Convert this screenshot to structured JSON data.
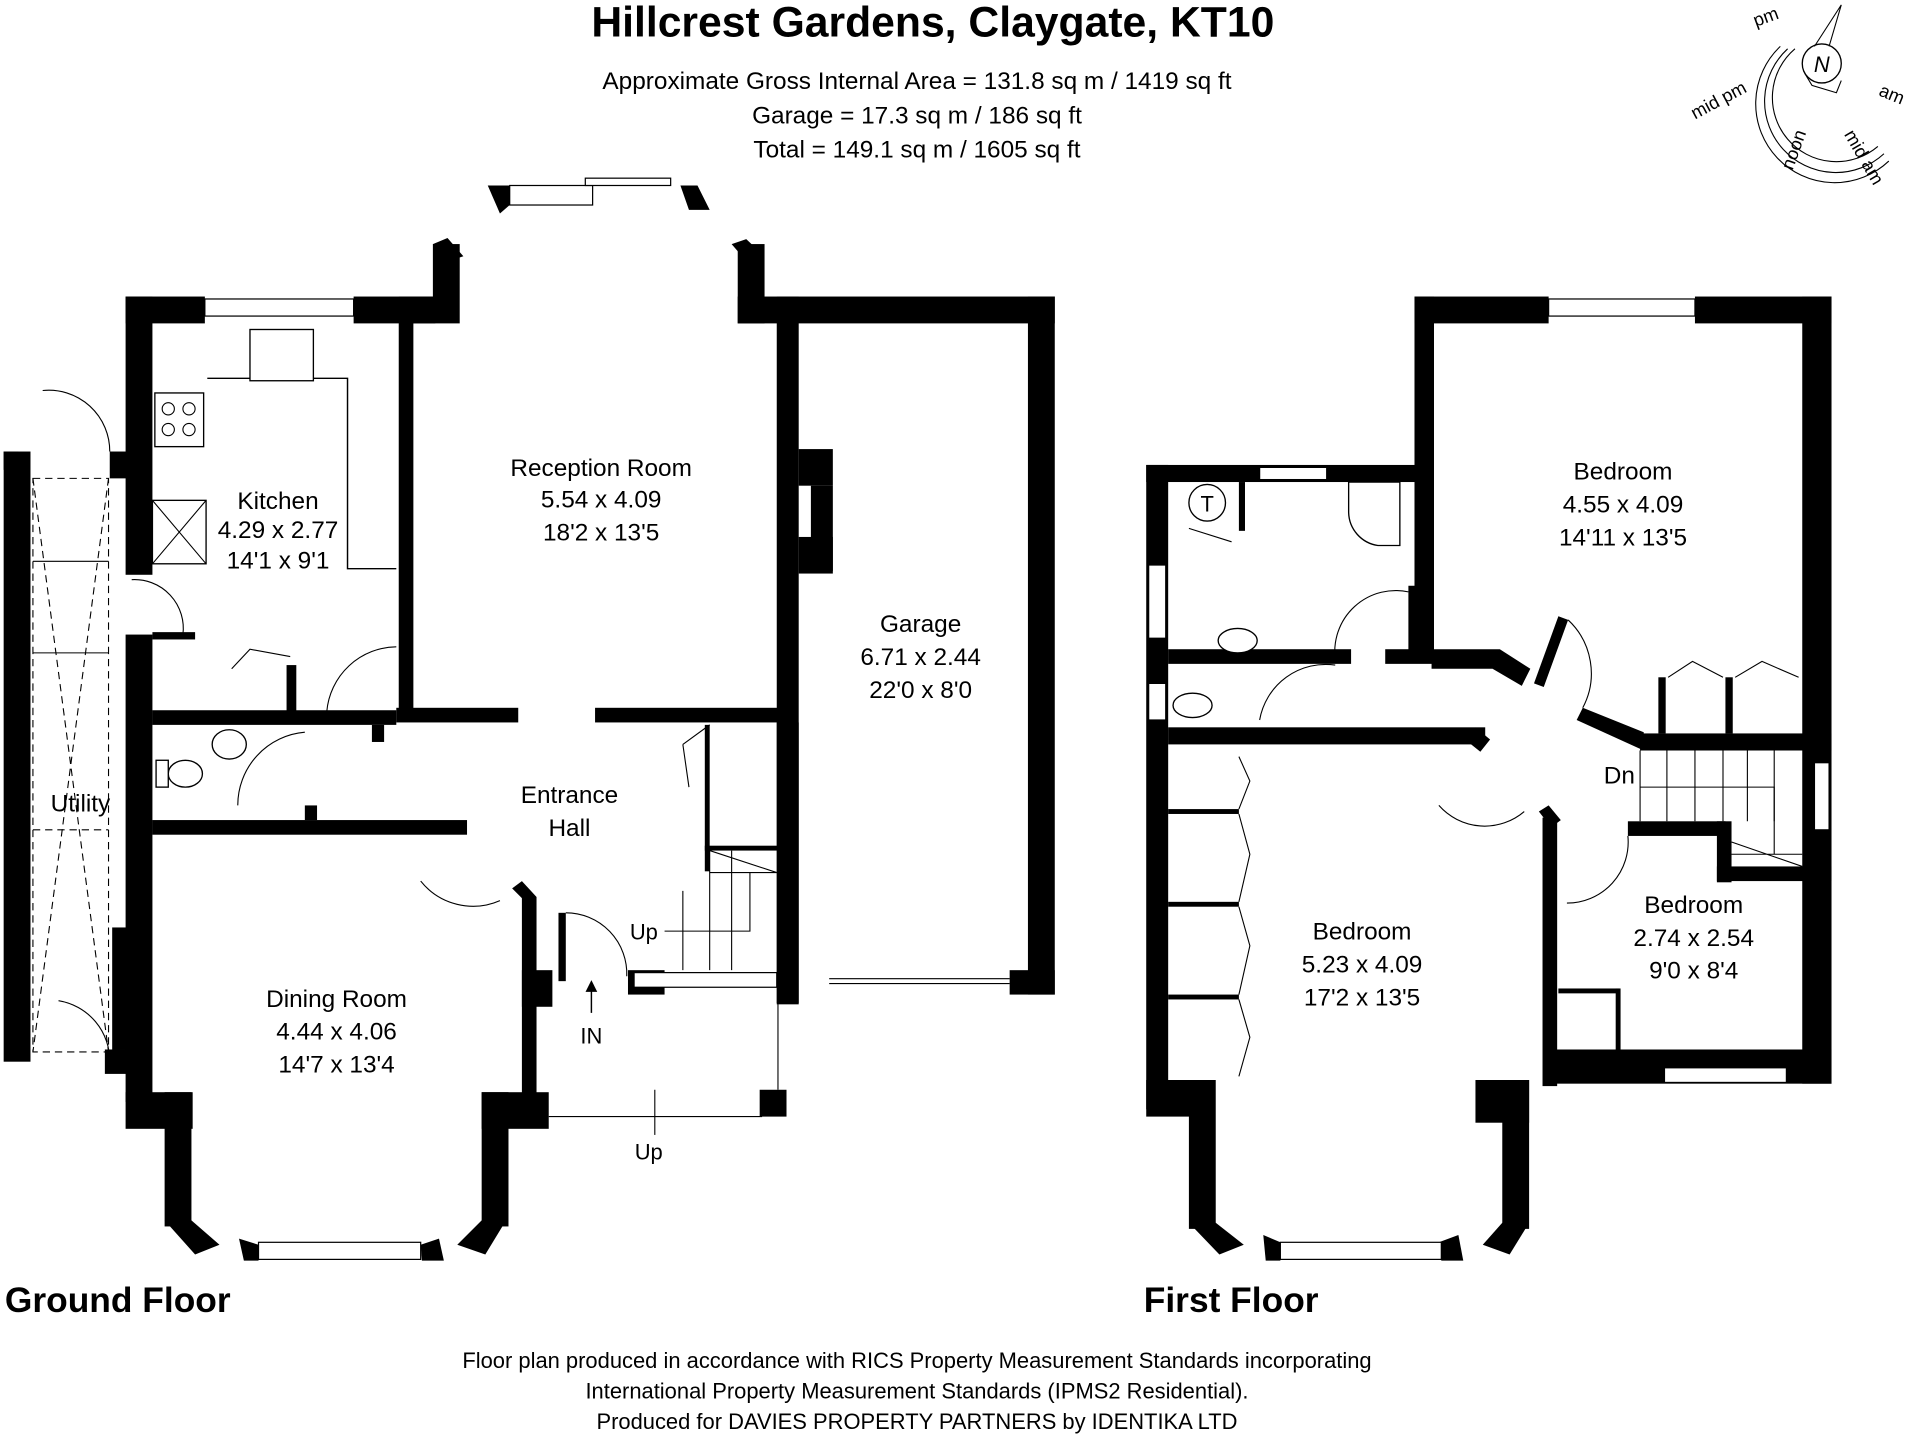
{
  "header": {
    "title": "Hillcrest Gardens, Claygate, KT10",
    "area_lines": [
      "Approximate Gross Internal Area = 131.8 sq m / 1419 sq ft",
      "Garage = 17.3 sq m / 186 sq ft",
      "Total = 149.1 sq m / 1605 sq ft"
    ]
  },
  "compass": {
    "north_label": "N",
    "labels": [
      "pm",
      "mid pm",
      "noon",
      "mid am",
      "am"
    ]
  },
  "ground_floor": {
    "label": "Ground Floor",
    "rooms": [
      {
        "name": "Kitchen",
        "metric": "4.29 x 2.77",
        "imperial": "14'1 x 9'1"
      },
      {
        "name": "Reception Room",
        "metric": "5.54 x 4.09",
        "imperial": "18'2 x 13'5"
      },
      {
        "name": "Garage",
        "metric": "6.71 x 2.44",
        "imperial": "22'0 x 8'0"
      },
      {
        "name": "Entrance",
        "name2": "Hall"
      },
      {
        "name": "Dining Room",
        "metric": "4.44 x 4.06",
        "imperial": "14'7 x 13'4"
      },
      {
        "name": "Utility"
      }
    ],
    "markers": {
      "stairs_up": "Up",
      "entrance": "IN",
      "steps_up": "Up"
    }
  },
  "first_floor": {
    "label": "First Floor",
    "rooms": [
      {
        "name": "Bedroom",
        "metric": "4.55 x 4.09",
        "imperial": "14'11 x 13'5"
      },
      {
        "name": "Bedroom",
        "metric": "5.23 x 4.09",
        "imperial": "17'2 x 13'5"
      },
      {
        "name": "Bedroom",
        "metric": "2.74 x 2.54",
        "imperial": "9'0 x 8'4"
      }
    ],
    "markers": {
      "stairs_down": "Dn",
      "tank": "T"
    }
  },
  "footer": {
    "lines": [
      "Floor plan produced in accordance with RICS Property Measurement Standards incorporating",
      "International Property Measurement Standards (IPMS2 Residential).",
      "Produced for DAVIES PROPERTY PARTNERS by IDENTIKA LTD"
    ]
  }
}
